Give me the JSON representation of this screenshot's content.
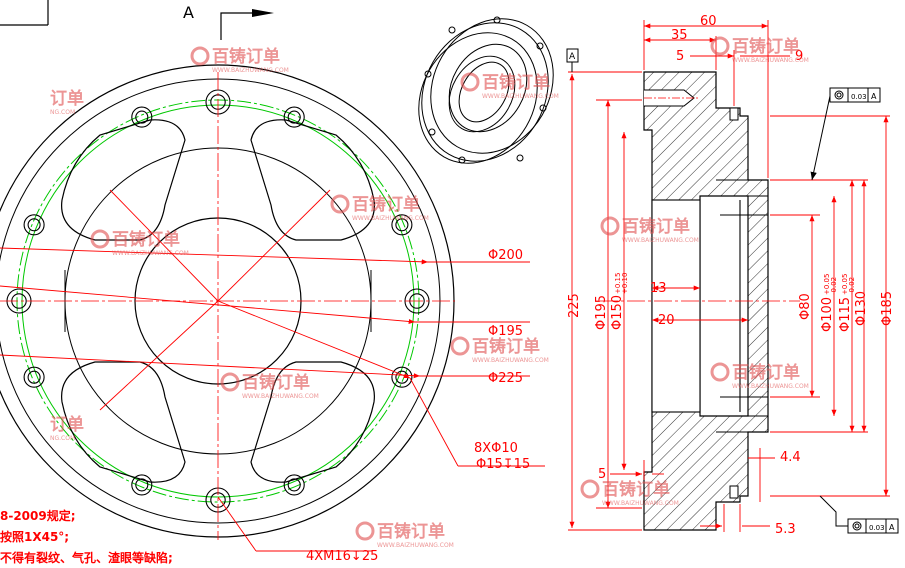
{
  "view_label": "A",
  "datum_label": "A",
  "front_view": {
    "diameters": [
      "Φ200",
      "Φ195",
      "Φ225"
    ],
    "hole_callout_1": "8XΦ10",
    "hole_callout_2": "Φ15↧15",
    "thread_callout": "4XM16↧25"
  },
  "section_view": {
    "top_dims": [
      "60",
      "35",
      "5",
      "9"
    ],
    "overall_height": "225",
    "left_diameters": [
      "Φ195",
      "Φ150"
    ],
    "tol_150_upper": "+0.15",
    "tol_150_lower": "+0.10",
    "right_diameters": [
      "Φ80",
      "Φ100",
      "Φ115",
      "Φ130",
      "Φ185"
    ],
    "tol_100_upper": "+0.05",
    "tol_100_lower": "-0.02",
    "tol_115_upper": "+0.05",
    "tol_115_lower": "-0.02",
    "inner_dims": [
      "13",
      "20"
    ],
    "bottom_dims": [
      "5",
      "4.4",
      "5.3"
    ],
    "runout_tolerance": "0.03",
    "runout_datum": "A"
  },
  "notes": [
    "8-2009规定;",
    "按照1X45°;",
    "不得有裂纹、气孔、渣眼等缺陷;"
  ],
  "watermark": {
    "brand": "百铸订单",
    "url": "WWW.BAIZHUWANG.COM",
    "partial_brand": "订单",
    "partial_url": "NG.COM"
  },
  "colors": {
    "line": "#000000",
    "dimension": "#ff0000",
    "pitch_circle": "#00c800",
    "watermark": "#e05050"
  }
}
